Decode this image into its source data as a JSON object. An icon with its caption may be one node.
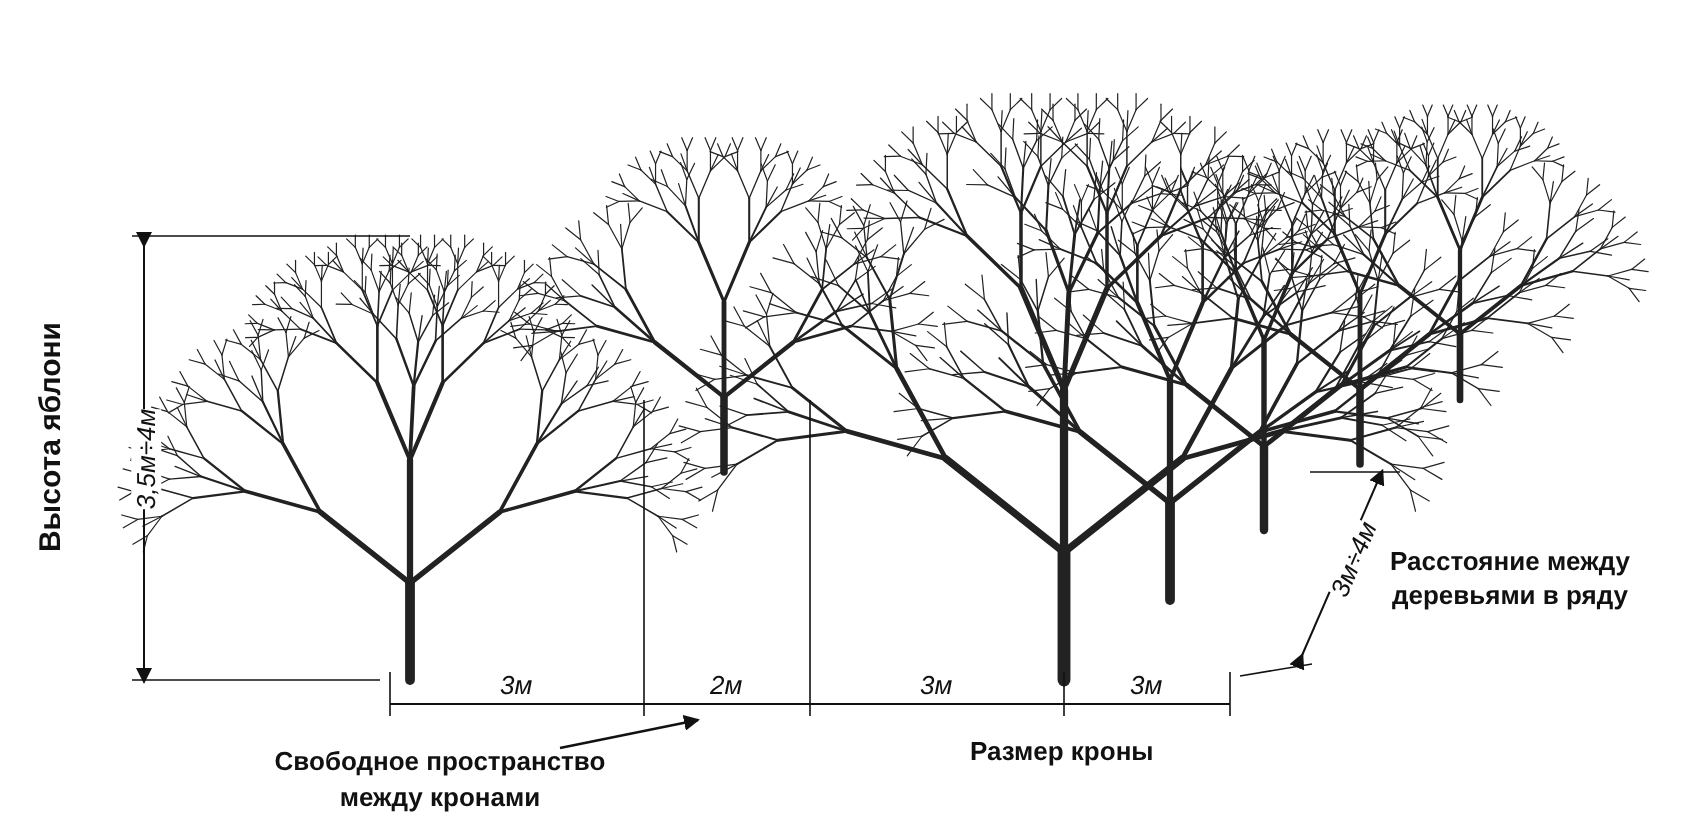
{
  "diagram": {
    "nodes": [
      {
        "text": [
          "Свободное пространство между кронами"
        ]
      },
      {
        "text": [
          "2м"
        ]
      }
    ],
    "edges": [
      {
        "from": 0,
        "to": 1,
        "arrow": "to"
      }
    ],
    "labels": [
      "Высота яблони",
      "3,5м÷4м",
      "3м",
      "3м",
      "3м",
      "3м÷4м",
      "Расстояние между деревьями в ряду",
      "Размер кроны"
    ]
  }
}
